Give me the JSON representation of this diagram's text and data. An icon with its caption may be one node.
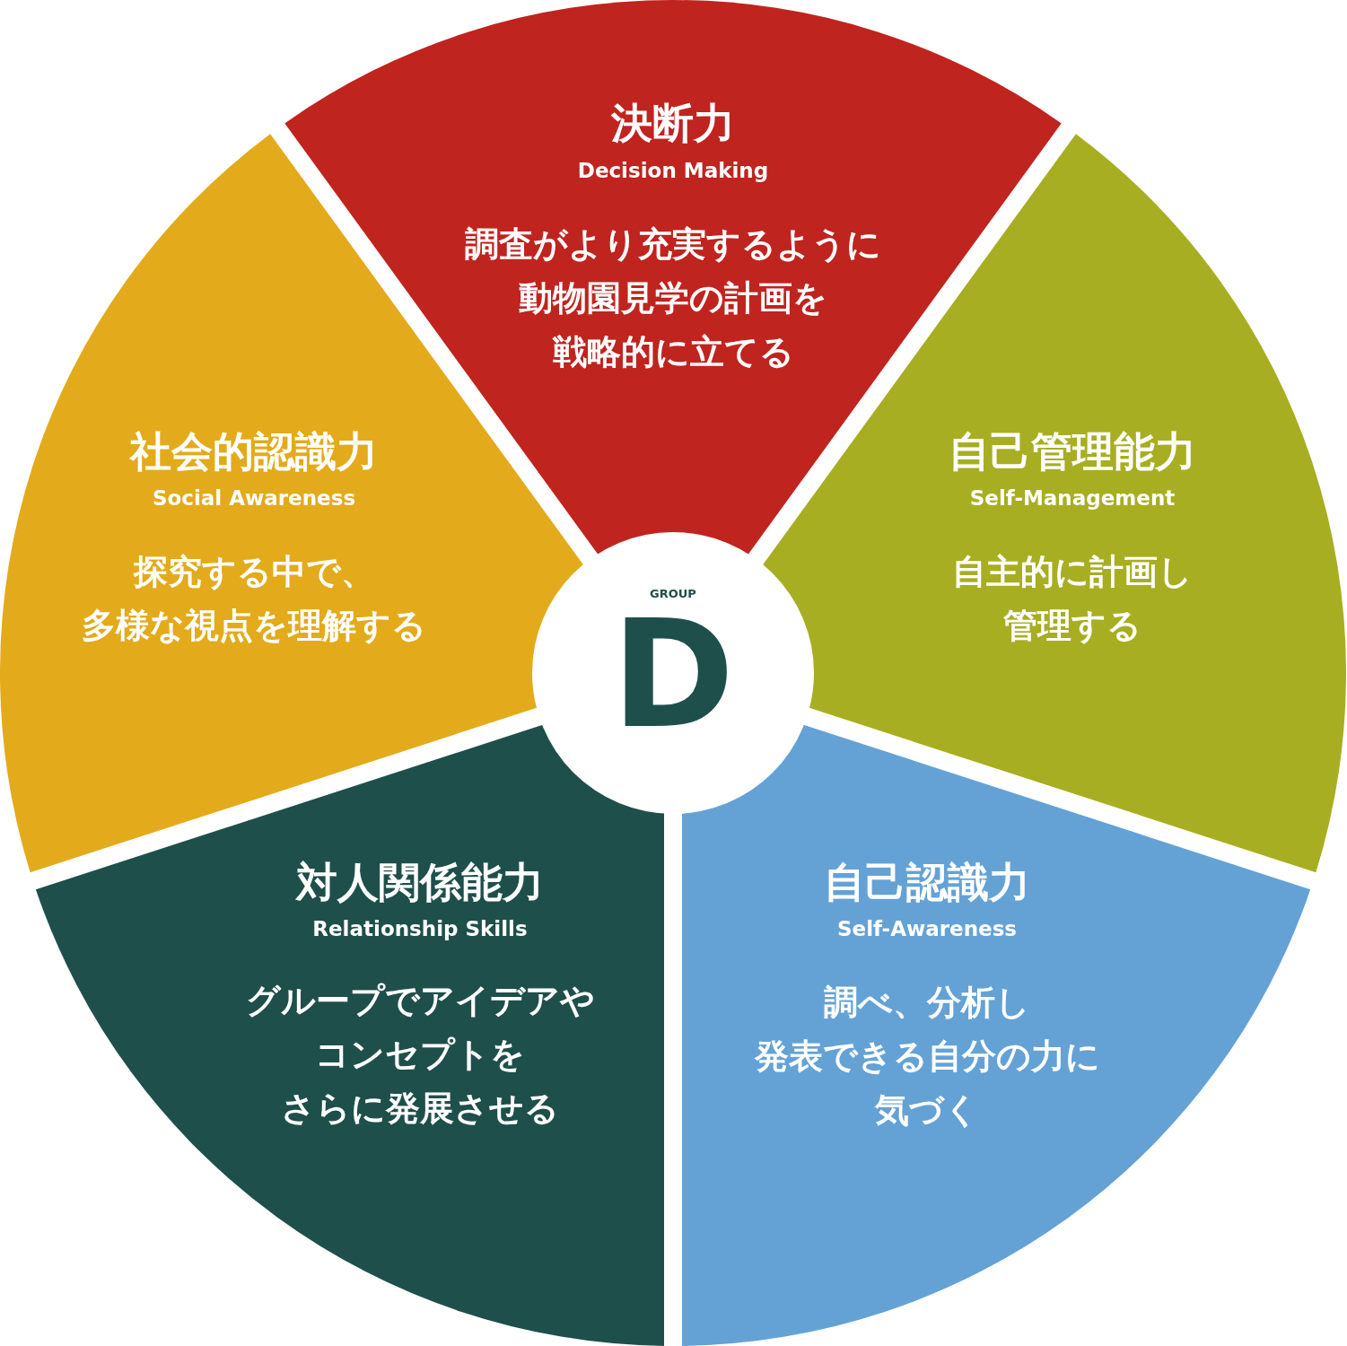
{
  "diagram": {
    "nodes": [
      {
        "text": [
          "決断力",
          "Decision Making",
          "調査がより充実するように動物園見学の計画を戦略的に立てる"
        ]
      },
      {
        "text": [
          "社会的認識力",
          "Social Awareness",
          "探究する中で、多様な視点を理解する"
        ]
      },
      {
        "text": [
          "自己管理能力",
          "Self-Management",
          "自主的に計画し管理する"
        ]
      },
      {
        "text": [
          "GROUP",
          "D"
        ]
      },
      {
        "text": [
          "対人関係能力",
          "Relationship Skills",
          "グループでアイデアやコンセプトをさらに発展させる"
        ]
      },
      {
        "text": [
          "自己認識力",
          "Self-Awareness",
          "調べ、分析し発表できる自分の力に気づく"
        ]
      }
    ]
  }
}
